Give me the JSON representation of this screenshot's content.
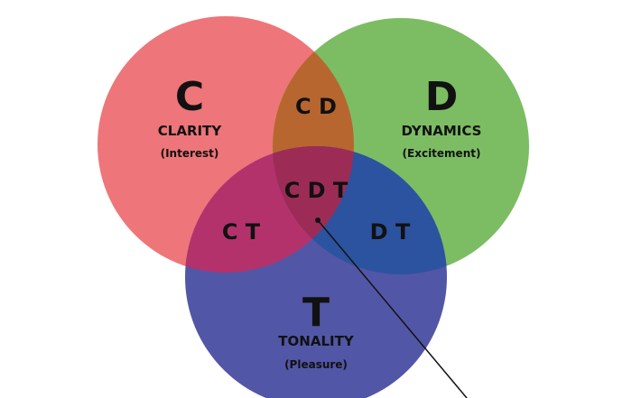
{
  "colors": {
    "clarity": "#ee7579",
    "dynamics": "#7cbd63",
    "tonality": "#5256a6",
    "cd": "#b8662f",
    "ct": "#b4326c",
    "dt": "#2c53a0",
    "cdt": "#9c2c56",
    "pointer": "#111111"
  },
  "clarity": {
    "letter": "C",
    "title": "CLARITY",
    "subtitle": "(Interest)"
  },
  "dynamics": {
    "letter": "D",
    "title": "DYNAMICS",
    "subtitle": "(Excitement)"
  },
  "tonality": {
    "letter": "T",
    "title": "TONALITY",
    "subtitle": "(Pleasure)"
  },
  "overlaps": {
    "cd": "C D",
    "ct": "C T",
    "dt": "D T",
    "cdt": "C D T"
  }
}
